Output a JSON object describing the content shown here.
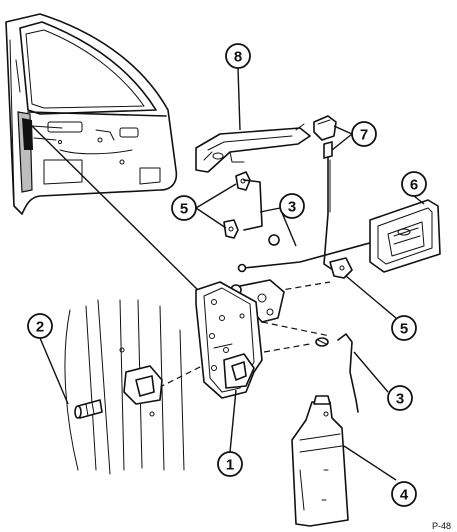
{
  "callouts": {
    "c1": "1",
    "c2": "2",
    "c3a": "3",
    "c3b": "3",
    "c4": "4",
    "c5a": "5",
    "c5b": "5",
    "c6": "6",
    "c7": "7",
    "c8": "8"
  },
  "reference_code": "P-48"
}
